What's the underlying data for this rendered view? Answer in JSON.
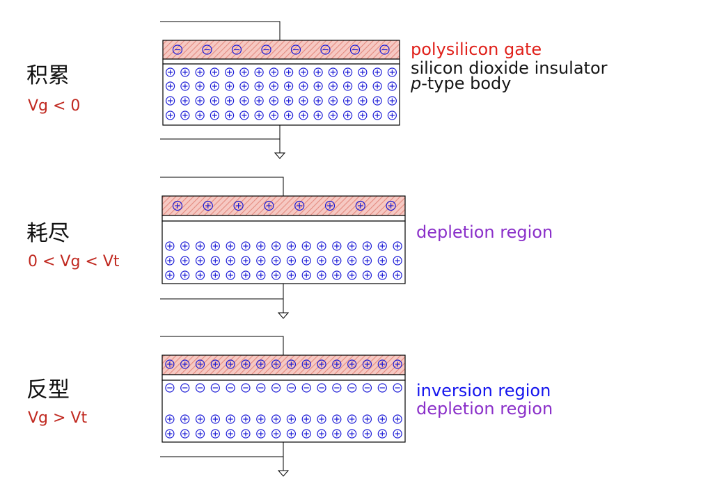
{
  "panels": [
    {
      "id": "accumulation",
      "title": "积累",
      "condition": "Vg < 0",
      "gate_charge": "negative",
      "labels": {
        "gate": "polysilicon gate",
        "insulator": "silicon dioxide insulator",
        "body_italic": "p",
        "body_rest": "-type body"
      }
    },
    {
      "id": "depletion",
      "title": "耗尽",
      "condition": "0 < Vg < Vt",
      "gate_charge": "positive",
      "labels": {
        "region": "depletion region"
      }
    },
    {
      "id": "inversion",
      "title": "反型",
      "condition": "Vg > Vt",
      "gate_charge": "positive-dense",
      "labels": {
        "inversion": "inversion region",
        "depletion": "depletion region"
      }
    }
  ],
  "colors": {
    "gate_fill": "#f6c9c3",
    "gate_hatch": "#e48b80",
    "charge_blue": "#1a1ad6",
    "label_red": "#e0201a",
    "label_purple": "#8a2fc9",
    "condition_red": "#c0281f"
  }
}
